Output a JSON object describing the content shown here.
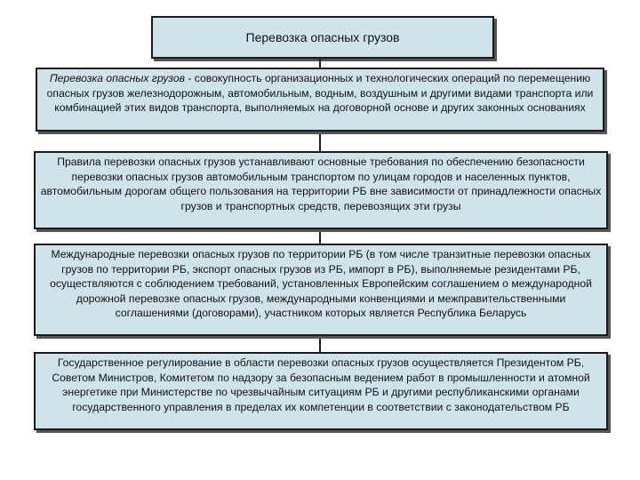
{
  "title": "Перевозка опасных грузов",
  "boxes": [
    {
      "lead": "Перевозка опасных грузов",
      "text": " - совокупность организационных и технологических операций по перемещению опасных грузов железнодорожным, автомобильным, водным, воздушным и другими видами транспорта или комбинацией этих видов транспорта, выполняемых на договорной основе и других законных основаниях"
    },
    {
      "text": "Правила перевозки опасных грузов устанавливают основные требования по обеспечению безопасности перевозки опасных грузов автомобильным транспортом по улицам городов и населенных пунктов, автомобильным дорогам общего пользования на территории РБ вне зависимости от принадлежности опасных грузов и транспортных средств, перевозящих эти грузы"
    },
    {
      "text": "Международные перевозки опасных грузов по территории РБ (в том числе транзитные перевозки опасных грузов по территории РБ, экспорт опасных грузов из РБ, импорт в РБ), выполняемые резидентами РБ, осуществляются с соблюдением требований, установленных Европейским соглашением о международной дорожной перевозке опасных грузов, международными конвенциями и межправительственными соглашениями (договорами), участником которых является Республика Беларусь"
    },
    {
      "text": "Государственное регулирование в области перевозки опасных грузов осуществляется Президентом РБ, Советом Министров, Комитетом по надзору за безопасным ведением работ в промышленности и атомной энергетике при Министерстве по чрезвычайным ситуациям РБ и другими республиканскими органами государственного управления в пределах их компетенции в соответствии с законодательством РБ"
    }
  ]
}
